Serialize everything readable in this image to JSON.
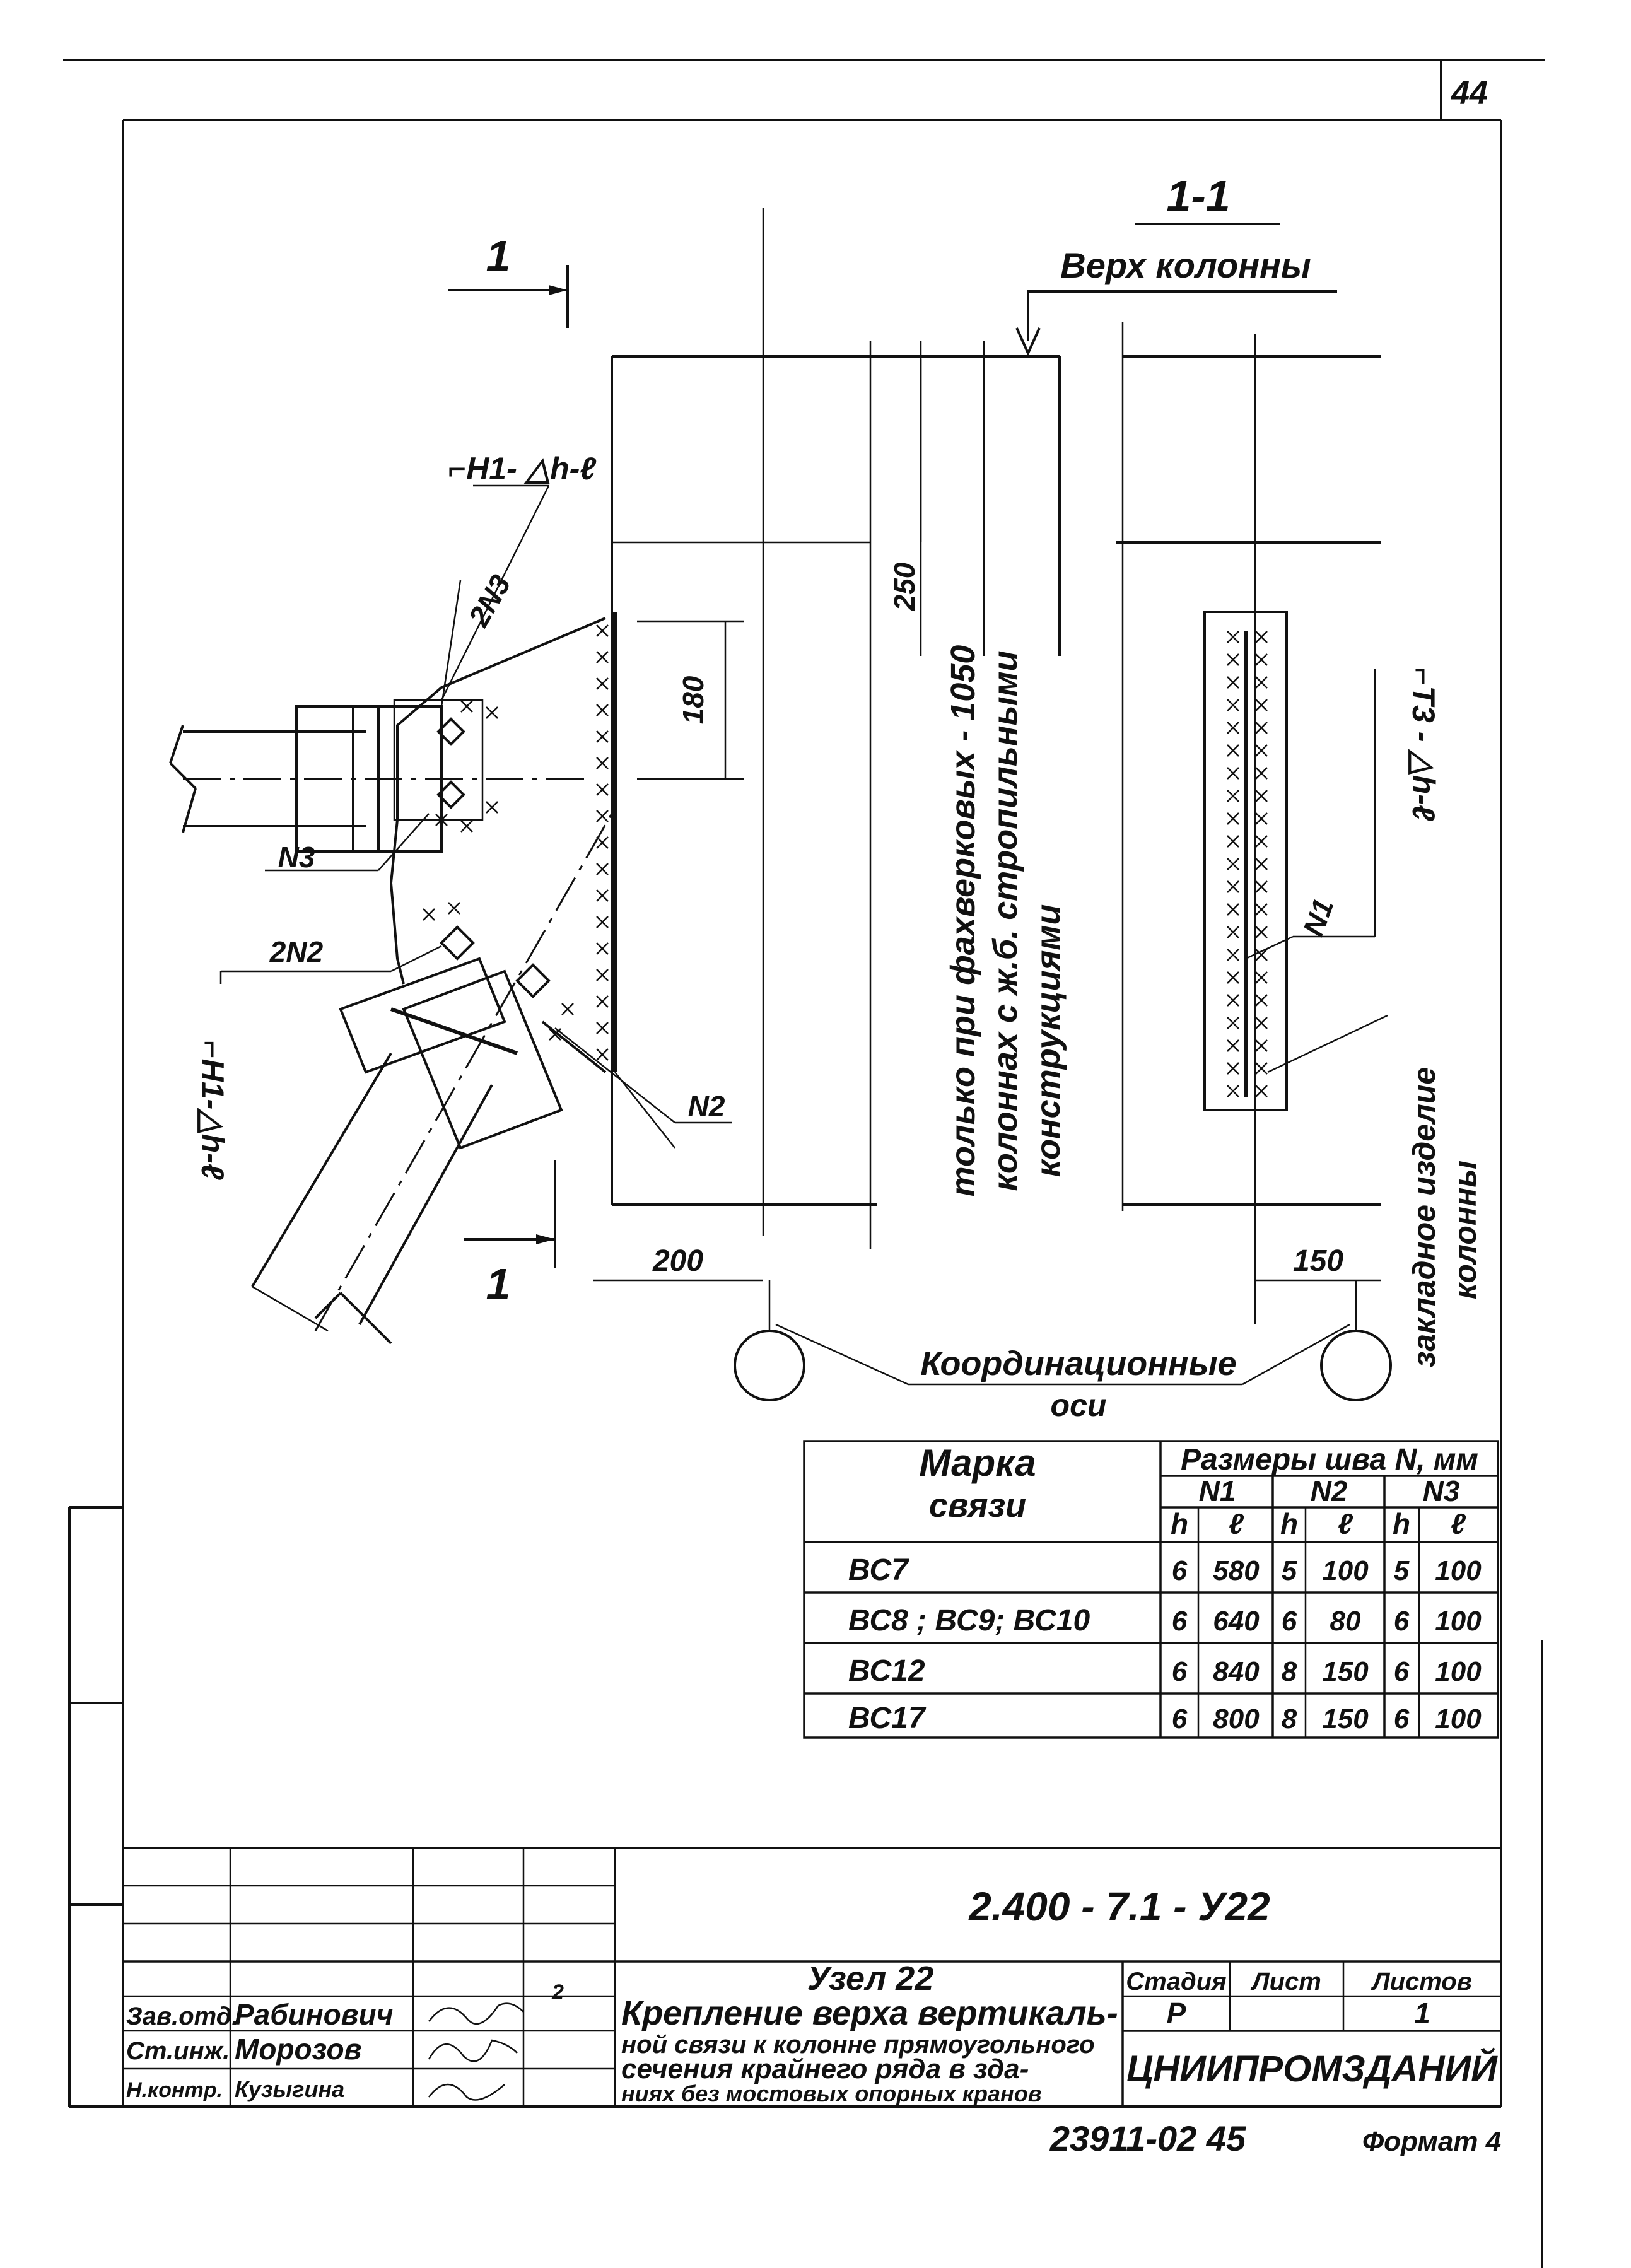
{
  "page": {
    "sheet_number": "44",
    "footer_code": "23911-02 45",
    "footer_format": "Формат 4"
  },
  "drawing": {
    "section_label": "1-1",
    "cut_mark": "1",
    "top_label": "Верх колонны",
    "weld_top": "⌐Н1- △h-ℓ",
    "weld_left": "⌐Н1-△h-ℓ",
    "weld_right": "⌐Т3 - △h-ℓ",
    "part_2n3": "2N3",
    "part_n3": "N3",
    "part_2n2": "2N2",
    "part_n2": "N2",
    "part_n1": "N1",
    "dim_250": "250",
    "dim_180": "180",
    "dim_200": "200",
    "dim_150": "150",
    "note_1": "только при фахверковых - 1050",
    "note_2": "колоннах с ж.б. стропильными",
    "note_3": "конструкциями",
    "embed_1": "закладное изделие",
    "embed_2": "колонны",
    "axes_1": "Координационные",
    "axes_2": "оси"
  },
  "size_table": {
    "mark_header_1": "Марка",
    "mark_header_2": "связи",
    "group_header": "Размеры шва N, мм",
    "sub_groups": [
      "N1",
      "N2",
      "N3"
    ],
    "cols": [
      "h",
      "ℓ",
      "h",
      "ℓ",
      "h",
      "ℓ"
    ],
    "rows": [
      {
        "mark": "ВС7",
        "v": [
          "6",
          "580",
          "5",
          "100",
          "5",
          "100"
        ]
      },
      {
        "mark": "ВС8 ; ВС9; ВС10",
        "v": [
          "6",
          "640",
          "6",
          "80",
          "6",
          "100"
        ]
      },
      {
        "mark": "ВС12",
        "v": [
          "6",
          "840",
          "8",
          "150",
          "6",
          "100"
        ]
      },
      {
        "mark": "ВС17",
        "v": [
          "6",
          "800",
          "8",
          "150",
          "6",
          "100"
        ]
      }
    ]
  },
  "title_block": {
    "code": "2.400 - 7.1 - У22",
    "node": "Узел 22",
    "desc": [
      "Крепление верха вертикаль-",
      "ной связи к колонне прямоугольного",
      "сечения крайнего ряда в зда-",
      "ниях без мостовых опорных кранов"
    ],
    "stage_h": "Стадия",
    "sheet_h": "Лист",
    "sheets_h": "Листов",
    "stage": "Р",
    "sheets": "1",
    "org": "ЦНИИПРОМЗДАНИЙ",
    "people": [
      {
        "role": "Зав.отд.",
        "name": "Рабинович"
      },
      {
        "role": "Ст.инж.",
        "name": "Морозов"
      },
      {
        "role": "Н.контр.",
        "name": "Кузыгина"
      }
    ],
    "superscript": "2"
  }
}
